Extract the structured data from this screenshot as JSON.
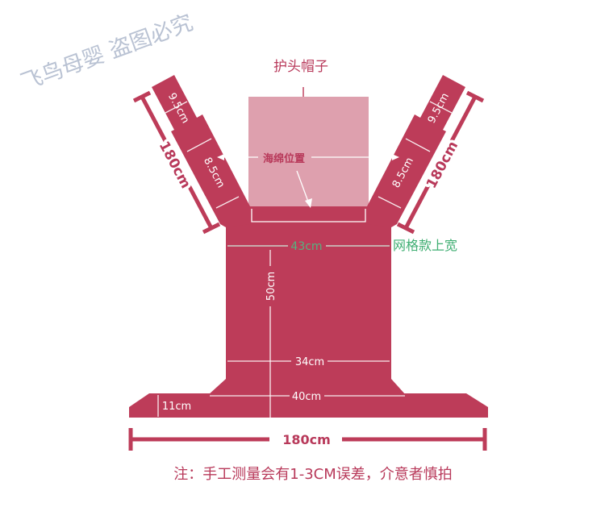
{
  "watermark": "飞鸟母婴 盗图必究",
  "labels": {
    "hood": "护头帽子",
    "sponge": "海绵位置",
    "mesh_top_width": "网格款上宽",
    "note": "注：手工测量会有1-3CM误差，介意者慎拍"
  },
  "dimensions": {
    "left_strap_top_width": "9.5cm",
    "left_strap_lower_width": "8.5cm",
    "left_strap_length": "180cm",
    "right_strap_top_width": "9.5cm",
    "right_strap_lower_width": "8.5cm",
    "right_strap_length": "180cm",
    "body_top_width": "43cm",
    "body_height": "50cm",
    "body_mid_width": "34cm",
    "body_lower_width": "40cm",
    "belt_height": "11cm",
    "belt_length": "180cm"
  },
  "colors": {
    "carrier": "#bd3c59",
    "hood": "#dea0ae",
    "accent_green": "#55b27f",
    "watermark": "#b9c2d3"
  }
}
